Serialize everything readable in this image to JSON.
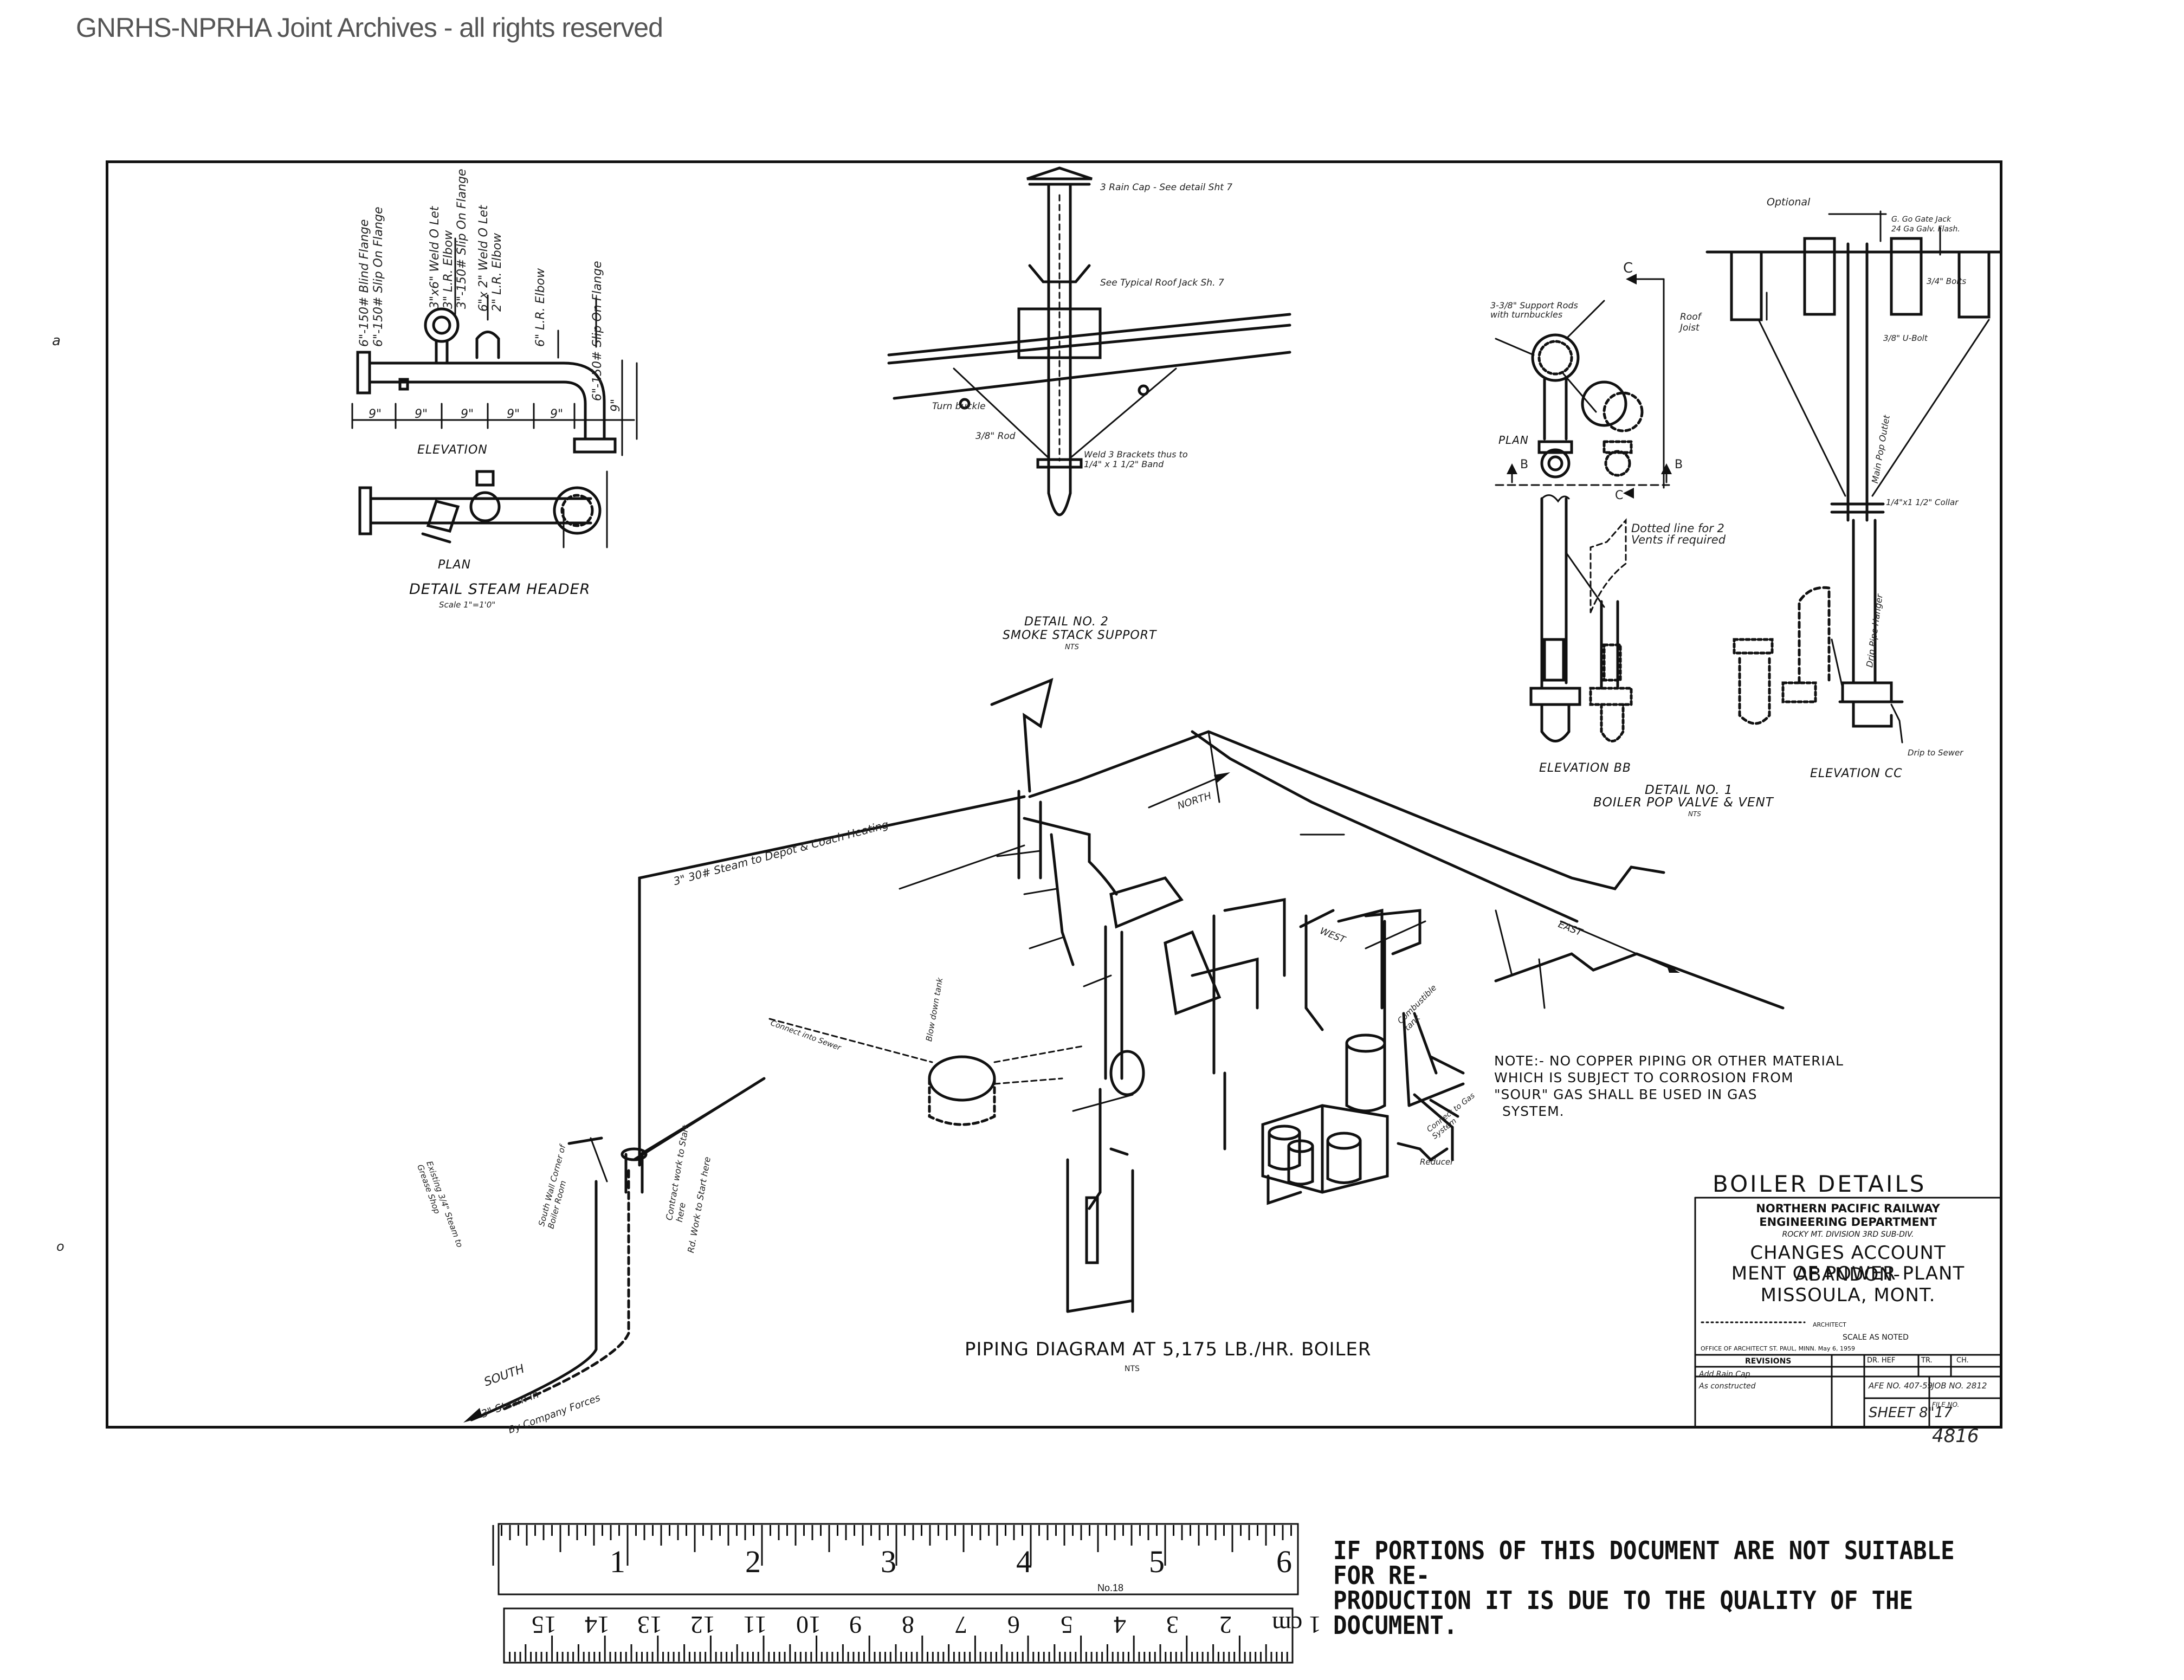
{
  "watermark": "GNRHS-NPRHA Joint Archives - all rights reserved",
  "steam_header": {
    "labels": [
      "6\"-150# Blind Flange",
      "6\"-150# Slip On Flange",
      "3\"x6\" Weld O Let",
      "3\" L.R. Elbow",
      "3\"-150# Slip On Flange",
      "6\"x 2\" Weld O Let",
      "2\" L.R. Elbow",
      "6\" L.R. Elbow",
      "6\"-150# Slip On Flange"
    ],
    "dims": [
      "9\"",
      "9\"",
      "9\"",
      "9\"",
      "9\"",
      "9\""
    ],
    "elevation": "ELEVATION",
    "plan": "PLAN",
    "title": "DETAIL STEAM HEADER",
    "scale": "Scale 1\"=1'0\""
  },
  "stack": {
    "rain_cap": "3 Rain Cap - See detail Sht 7",
    "roof_jack": "See Typical Roof Jack Sh. 7",
    "turnbuckle": "Turn buckle",
    "rod": "3/8\" Rod",
    "brackets": "Weld 3 Brackets thus to 1/4\" x 1 1/2\" Band",
    "title1": "DETAIL NO. 2",
    "title2": "SMOKE STACK SUPPORT",
    "nts": "NTS"
  },
  "pop_valve": {
    "support": "3-3/8\" Support Rods with turnbuckles",
    "plan": "PLAN",
    "dotted": "Dotted line for 2 Vents if required",
    "elev_bb": "ELEVATION BB",
    "optional": "Optional",
    "go_gate": "G. Go Gate Jack",
    "go_flash": "24 Ga Galv. Flash.",
    "bolts": "3/4\" Bolts",
    "roof_joist": "Roof Joist",
    "ubolt": "3/8\" U-Bolt",
    "pop_outlet": "Main Pop Outlet",
    "collar": "1/4\"x1 1/2\" Collar",
    "drip": "Drip Pipe Hanger",
    "drip_sewer": "Drip to Sewer",
    "elev_cc": "ELEVATION CC",
    "title1": "DETAIL NO. 1",
    "title2": "BOILER POP VALVE & VENT",
    "nts": "NTS",
    "marks": [
      "C",
      "C",
      "B",
      "B"
    ]
  },
  "piping": {
    "steam_depot": "3\" 30# Steam to Depot & Coach Heating",
    "north": "NORTH",
    "south": "SOUTH",
    "west": "WEST",
    "east": "EAST",
    "steam_in": "3\" Steam in",
    "by_company": "By Company Forces",
    "existing": "Existing 3/4\" Steam to Grease Shop",
    "south_wall": "South Wall Corner of Boiler Room",
    "contract": "Contract work to Start here",
    "road_work": "Rd. Work to Start here",
    "blow_down": "Blow down tank",
    "connect": "Connect into Sewer",
    "comb_tank": "Combustible tank",
    "reducer": "Reducer",
    "gas_system": "Connect to Gas System",
    "title": "PIPING DIAGRAM AT 5,175 LB./HR. BOILER",
    "nts": "NTS"
  },
  "note": {
    "lines": [
      "NOTE:- NO COPPER PIPING OR OTHER MATERIAL",
      "WHICH IS SUBJECT TO CORROSION FROM",
      "\"SOUR\" GAS SHALL BE USED IN GAS",
      "SYSTEM."
    ]
  },
  "title_block": {
    "heading": "BOILER DETAILS",
    "company": "NORTHERN PACIFIC RAILWAY",
    "dept": "ENGINEERING DEPARTMENT",
    "division": "ROCKY MT. DIVISION   3RD SUB-DIV.",
    "line1": "CHANGES ACCOUNT ABANDON-",
    "line2": "MENT OF POWER PLANT",
    "line3": "MISSOULA, MONT.",
    "architect": "ARCHITECT",
    "scale": "SCALE AS NOTED",
    "office": "OFFICE OF ARCHITECT   ST. PAUL, MINN.   May 6, 1959",
    "revisions": "REVISIONS",
    "dr": "DR. HEF",
    "tr": "TR.",
    "ch": "CH.",
    "rev1": "Add Rain Cap",
    "rev2": "As constructed",
    "afe": "AFE NO. 407-59",
    "job": "JOB NO. 2812",
    "sheet": "SHEET 8\"17",
    "file": "FILE NO.",
    "file_val": "4816"
  },
  "warning": {
    "line1": "IF PORTIONS OF THIS DOCUMENT ARE NOT SUITABLE FOR RE-",
    "line2": "PRODUCTION IT IS DUE TO THE QUALITY OF THE DOCUMENT."
  },
  "ruler": {
    "inch_nums": [
      "1",
      "2",
      "3",
      "4",
      "5",
      "6"
    ],
    "cm_nums": [
      "1 cm",
      "2",
      "3",
      "4",
      "5",
      "6",
      "7",
      "8",
      "9",
      "10",
      "11",
      "12",
      "13",
      "14",
      "15"
    ],
    "maker": "No.18"
  },
  "margin_marks": [
    "a",
    "o"
  ]
}
